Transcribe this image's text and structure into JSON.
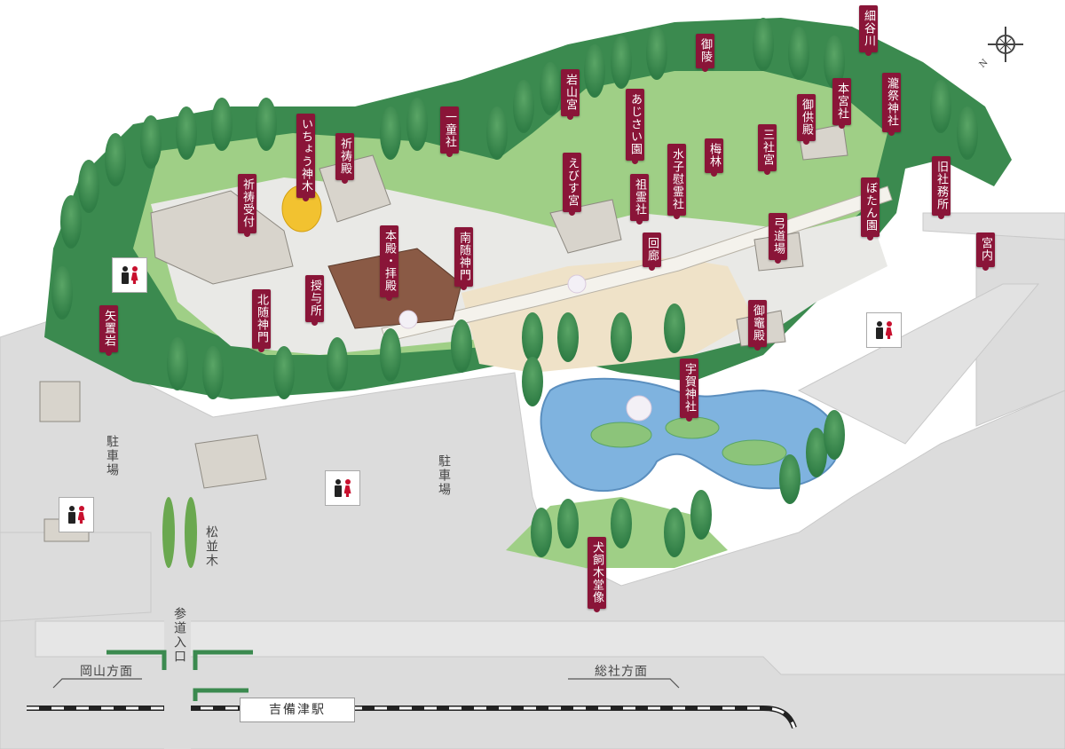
{
  "map": {
    "colors": {
      "road": "#dcdcdc",
      "forest_dark": "#2f7d45",
      "forest_light": "#5aa566",
      "lawn": "#8cc47a",
      "pond": "#7fb3df",
      "label_bg": "#8a1538",
      "sand": "#efe2c8"
    },
    "labels": {
      "hosomitani": "細谷川",
      "goryo": "御陵",
      "iwayamagu": "岩山宮",
      "ajisai": "あじさい園",
      "umebayashi": "梅林",
      "mizuko": "水子慰霊社",
      "sanshagu": "三社宮",
      "gokuden": "御供殿",
      "hongusha": "本宮社",
      "takimatsuri": "瀧祭神社",
      "kyushamusho": "旧社務所",
      "miyauchi": "宮内",
      "botan": "ぼたん園",
      "kyudojo": "弓道場",
      "kamadoden": "御竈殿",
      "ugajinja": "宇賀神社",
      "kaikigi": "犬飼木堂像",
      "sorei": "祖霊社",
      "ebisu": "えびす宮",
      "kairo": "回廊",
      "douji": "一童社",
      "minamizuishin": "南随神門",
      "honden": "本殿・拝殿",
      "juyosho": "授与所",
      "kitazuishin": "北随神門",
      "icho": "いちょう神木",
      "kitouuketsuke": "祈祷受付",
      "kitouden": "祈祷殿",
      "yaoki": "矢置岩"
    },
    "parking_left": "駐車場",
    "parking_center": "駐車場",
    "matsunamiki": "松並木",
    "sando": "参道入口",
    "okayama": "岡山方面",
    "sosha": "総社方面",
    "station": "吉備津駅",
    "compass_n": "N",
    "toilet_icons": [
      "man-icon",
      "woman-icon"
    ]
  }
}
